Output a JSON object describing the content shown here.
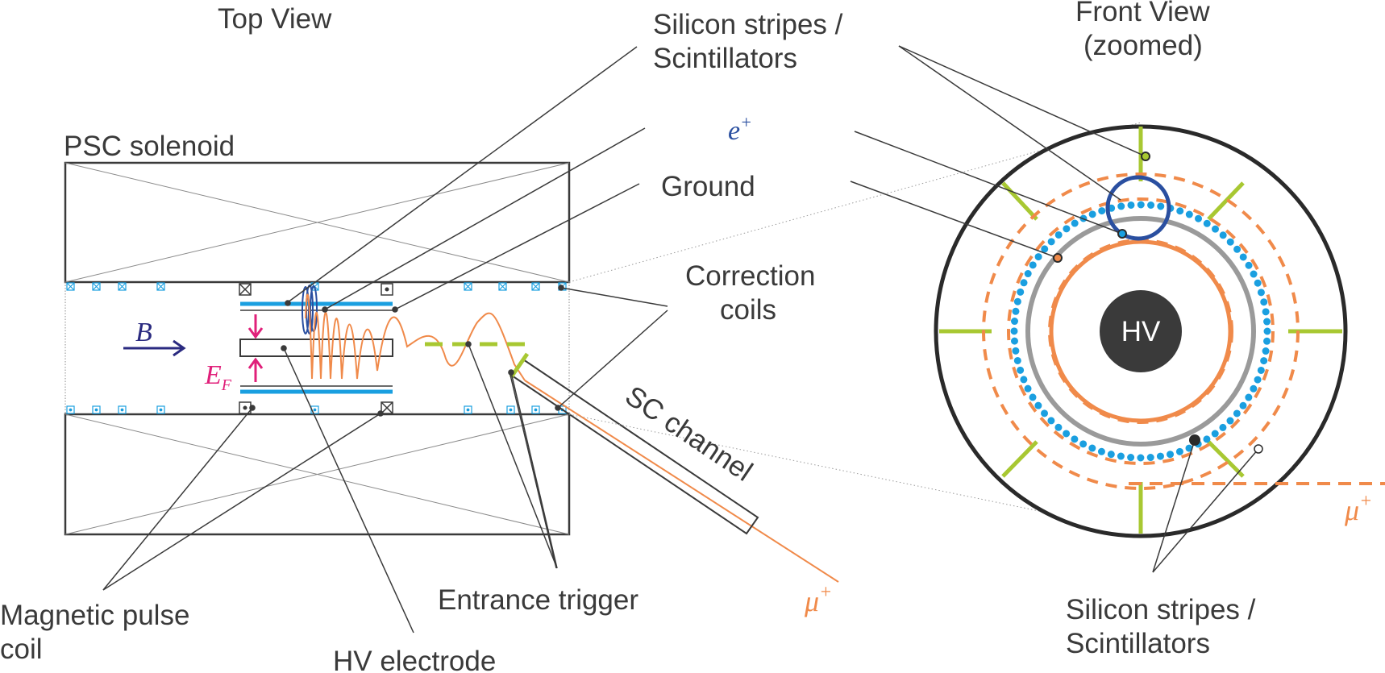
{
  "labels": {
    "top_view": "Top View",
    "psc_solenoid": "PSC solenoid",
    "silicon_top_1": "Silicon stripes /",
    "silicon_top_2": "Scintillators",
    "positron_base": "e",
    "positron_sup": "+",
    "ground": "Ground",
    "front_view_1": "Front View",
    "front_view_2": "(zoomed)",
    "correction_1": "Correction",
    "correction_2": "coils",
    "b_field": "B",
    "ef_base": "E",
    "ef_sub": "F",
    "sc_channel": "SC channel",
    "muon_base": "μ",
    "muon_sup": "+",
    "hv": "HV",
    "magnetic_1": "Magnetic pulse",
    "magnetic_2": "coil",
    "entrance_trigger": "Entrance trigger",
    "hv_electrode": "HV electrode",
    "silicon_bottom_1": "Silicon stripes /",
    "silicon_bottom_2": "Scintillators"
  },
  "colors": {
    "text": "#3a3a3a",
    "frame": "#3a3a3a",
    "scintillator_blue": "#1a9fe0",
    "orbit_blue": "#2a4fa0",
    "muon_orange": "#f08a4a",
    "trigger_green": "#a8c832",
    "field_magenta": "#e0207a",
    "b_arrow": "#2a2a80",
    "hv_core": "#3a3a3a",
    "ground_ring": "#9a9a9a"
  },
  "icons": {
    "coil_into_page": "boxed-x",
    "coil_out_of_page": "boxed-dot"
  }
}
